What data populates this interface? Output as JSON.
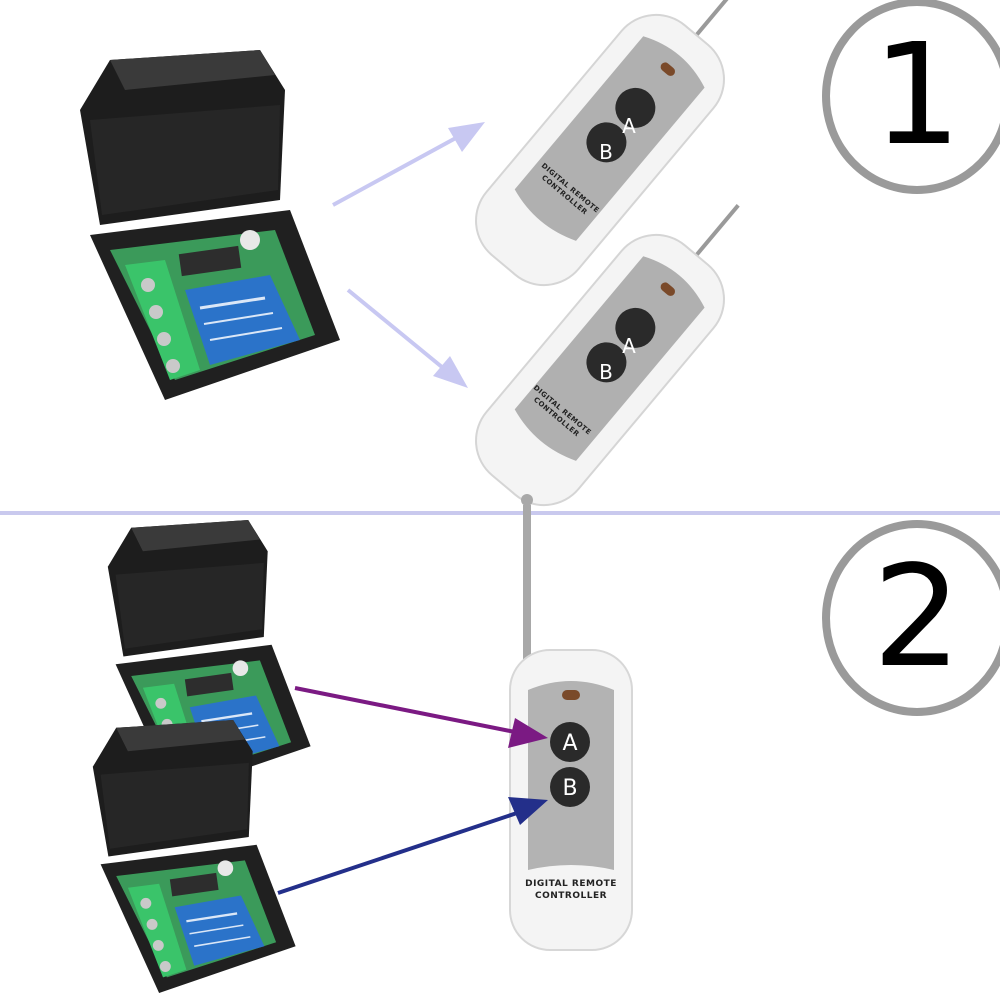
{
  "section_labels": [
    "1",
    "2"
  ],
  "remote": {
    "label_line1": "DIGITAL REMOTE",
    "label_line2": "CONTROLLER",
    "button_a": "A",
    "button_b": "B"
  },
  "colors": {
    "background": "#ffffff",
    "divider": "#c9c9ee",
    "arrow_light": "#c8c8f2",
    "arrow_a": "#7b1a83",
    "arrow_b": "#232f8a",
    "number_ring": "#9a9a9a",
    "relay_case": "#1d1d1d",
    "pcb": "#3b9a5a",
    "terminal": "#3ac46a",
    "relay": "#2b73c9",
    "remote_body": "#f4f4f4",
    "remote_panel": "#b0b0b0",
    "remote_button": "#2a2a2a"
  },
  "icons": [
    "relay-receiver-module",
    "remote-control",
    "arrow",
    "numbered-circle"
  ]
}
